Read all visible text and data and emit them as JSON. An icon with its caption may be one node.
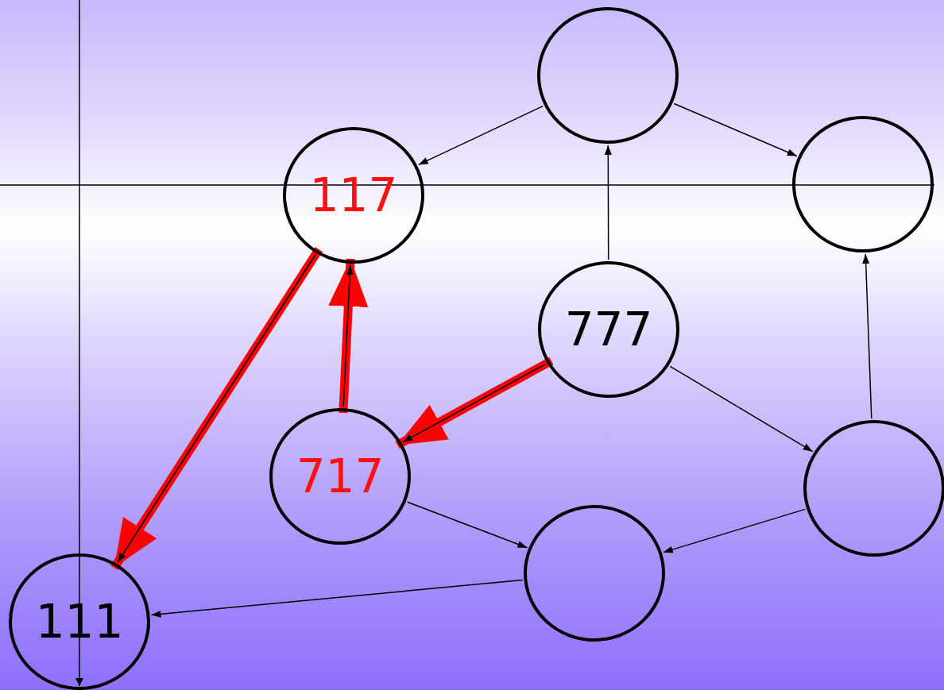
{
  "diagram": {
    "nodes": [
      {
        "text": [],
        "shape": "circle"
      },
      {
        "text": [
          "117"
        ]
      },
      {
        "text": [],
        "shape": "circle"
      },
      {
        "text": [
          "777"
        ]
      },
      {
        "text": [
          "717"
        ]
      },
      {
        "text": [],
        "shape": "circle"
      },
      {
        "text": [],
        "shape": "circle"
      },
      {
        "text": [
          "111"
        ]
      }
    ],
    "edges": [
      {
        "from": 1,
        "to": 7,
        "arrow": "to",
        "style": "thick",
        "color": "#ff0000"
      },
      {
        "from": 4,
        "to": 1,
        "arrow": "to",
        "style": "thick",
        "color": "#ff0000"
      },
      {
        "from": 3,
        "to": 4,
        "arrow": "to",
        "style": "thick",
        "color": "#ff0000"
      },
      {
        "from": 0,
        "to": 1,
        "arrow": "to"
      },
      {
        "from": 0,
        "to": 2,
        "arrow": "to"
      },
      {
        "from": 3,
        "to": 0,
        "arrow": "to"
      },
      {
        "from": 3,
        "to": 5,
        "arrow": "to"
      },
      {
        "from": 5,
        "to": 2,
        "arrow": "to"
      },
      {
        "from": 5,
        "to": 6,
        "arrow": "to"
      },
      {
        "from": 4,
        "to": 6,
        "arrow": "to"
      },
      {
        "from": 6,
        "to": 7,
        "arrow": "to"
      },
      {
        "from": 1,
        "to": 7,
        "arrow": "to"
      },
      {
        "from": 4,
        "to": 1,
        "arrow": "to"
      },
      {
        "from": 3,
        "to": 4,
        "arrow": "to"
      }
    ]
  }
}
